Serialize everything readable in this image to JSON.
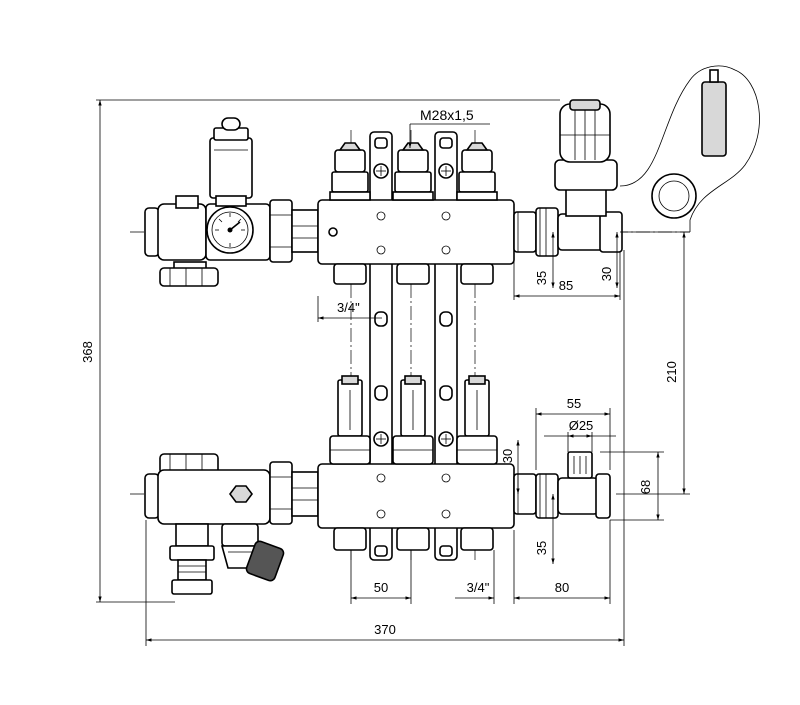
{
  "dimensions": {
    "overall_height": "368",
    "overall_width": "370",
    "thread": "M28x1,5",
    "offset_top_35": "35",
    "offset_top_30": "30",
    "width_top_85": "85",
    "pipe_top": "3/4\"",
    "centre_distance": "210",
    "valve_55": "55",
    "diameter_25": "Ø25",
    "height_30": "30",
    "height_68": "68",
    "offset_bottom_35": "35",
    "outlet_spacing": "50",
    "pipe_bottom": "3/4\"",
    "width_bottom_80": "80"
  }
}
